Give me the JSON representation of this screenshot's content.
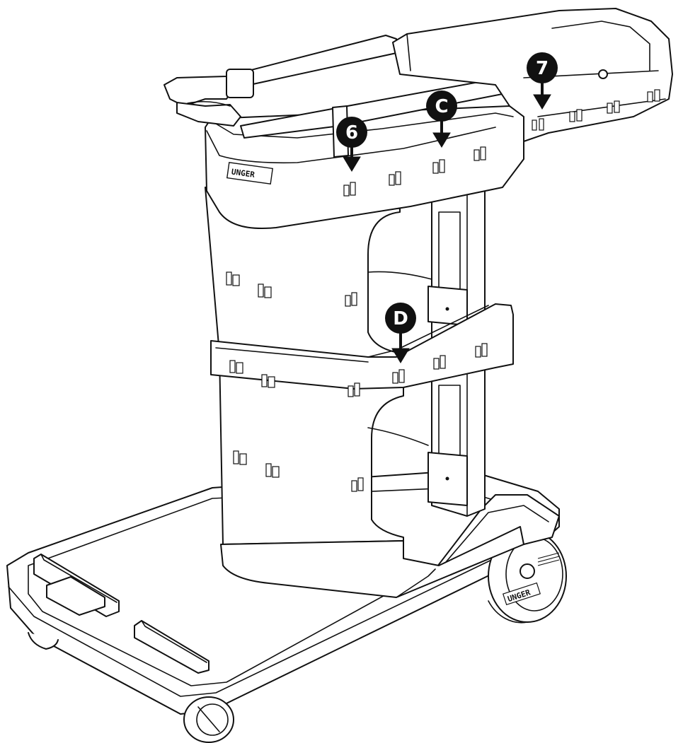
{
  "figure": {
    "brand_logo_text": "UNGER",
    "callouts": [
      {
        "id": "callout-6",
        "label": "6"
      },
      {
        "id": "callout-c",
        "label": "C"
      },
      {
        "id": "callout-7",
        "label": "7"
      },
      {
        "id": "callout-d",
        "label": "D"
      }
    ]
  },
  "colors": {
    "line": "#111111",
    "fill": "#ffffff",
    "badge": "#111111",
    "badge_text": "#ffffff"
  }
}
